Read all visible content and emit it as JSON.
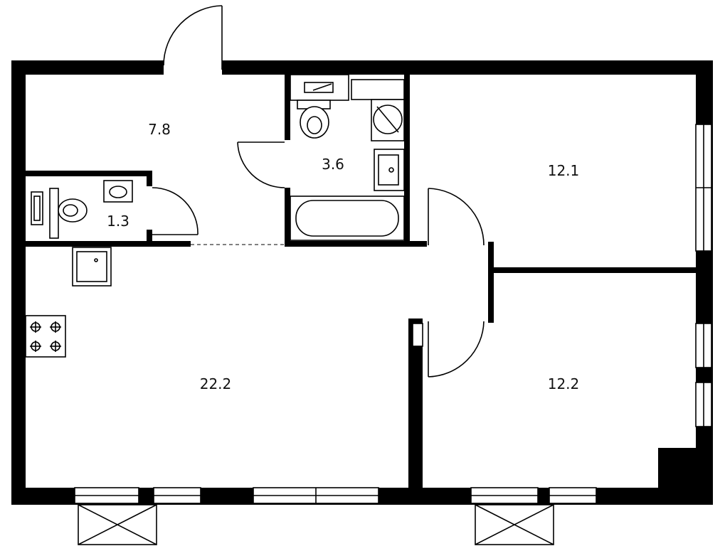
{
  "rooms": [
    {
      "id": "hall",
      "area": "7.8"
    },
    {
      "id": "wc",
      "area": "1.3"
    },
    {
      "id": "bathroom",
      "area": "3.6"
    },
    {
      "id": "bedroom-1",
      "area": "12.1"
    },
    {
      "id": "living-kitchen",
      "area": "22.2"
    },
    {
      "id": "bedroom-2",
      "area": "12.2"
    }
  ],
  "colors": {
    "wall": "#000000",
    "background": "#ffffff"
  }
}
